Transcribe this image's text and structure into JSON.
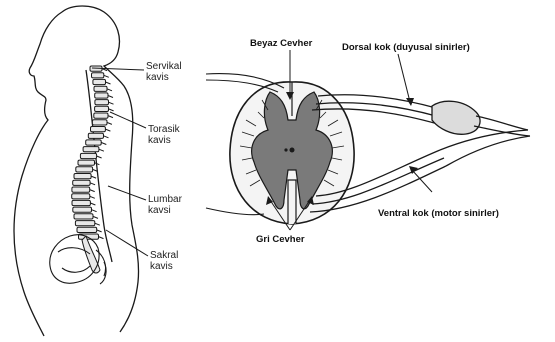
{
  "spine_labels": {
    "servikal": [
      "Servikal",
      "kavis"
    ],
    "torasik": [
      "Torasik",
      "kavis"
    ],
    "lumbar": [
      "Lumbar",
      "kavsi"
    ],
    "sakral": [
      "Sakral",
      "kavis"
    ]
  },
  "cord_labels": {
    "beyaz_cevher": "Beyaz Cevher",
    "dorsal_kok": "Dorsal kok (duyusal sinirler)",
    "ventral_kok": "Ventral kok (motor sinirler)",
    "gri_cevher": "Gri Cevher"
  },
  "colors": {
    "ink": "#1a1a1a",
    "grey_matter": "#7a7a7a",
    "white_matter": "#f4f4f4",
    "background": "#ffffff"
  }
}
